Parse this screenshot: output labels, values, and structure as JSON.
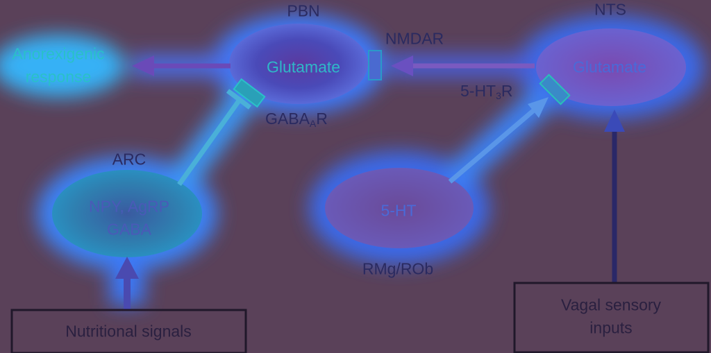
{
  "regions": {
    "pbn": "PBN",
    "nts": "NTS",
    "arc": "ARC",
    "rmg": "RMg/ROb"
  },
  "nodes": {
    "pbn_glutamate": "Glutamate",
    "nts_glutamate": "Glutamate",
    "arc_line1": "NPY, AgRP",
    "arc_line2": "GABA",
    "raphe_5ht": "5-HT"
  },
  "outputs": {
    "anorexigenic_line1": "Anorexigenic",
    "anorexigenic_line2": "response"
  },
  "receptors": {
    "nmdar": "NMDAR",
    "gaba_a_main": "GABA",
    "gaba_a_sub": "A",
    "gaba_a_tail": "R",
    "ht3_main": "5-HT",
    "ht3_sub": "3",
    "ht3_tail": "R"
  },
  "inputs": {
    "nutritional": "Nutritional signals",
    "vagal_line1": "Vagal sensory",
    "vagal_line2": "inputs"
  },
  "colors": {
    "background": "#5a4159",
    "glow": "#3a7bff",
    "arrow": "#2a2868",
    "text": "#2a2a60",
    "cyan_text": "#2fb7c8"
  }
}
